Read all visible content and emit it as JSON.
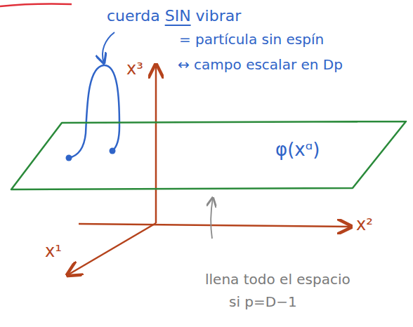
{
  "diagram": {
    "nodes": [
      {
        "text": [
          "φ(xᵅ)"
        ]
      }
    ],
    "labels": [
      "cuerda SIN vibrar",
      "= partícula sin espín",
      "↔ campo escalar en Dp",
      "x³",
      "x²",
      "x¹",
      "llena todo el espacio",
      "si p=D−1"
    ]
  }
}
